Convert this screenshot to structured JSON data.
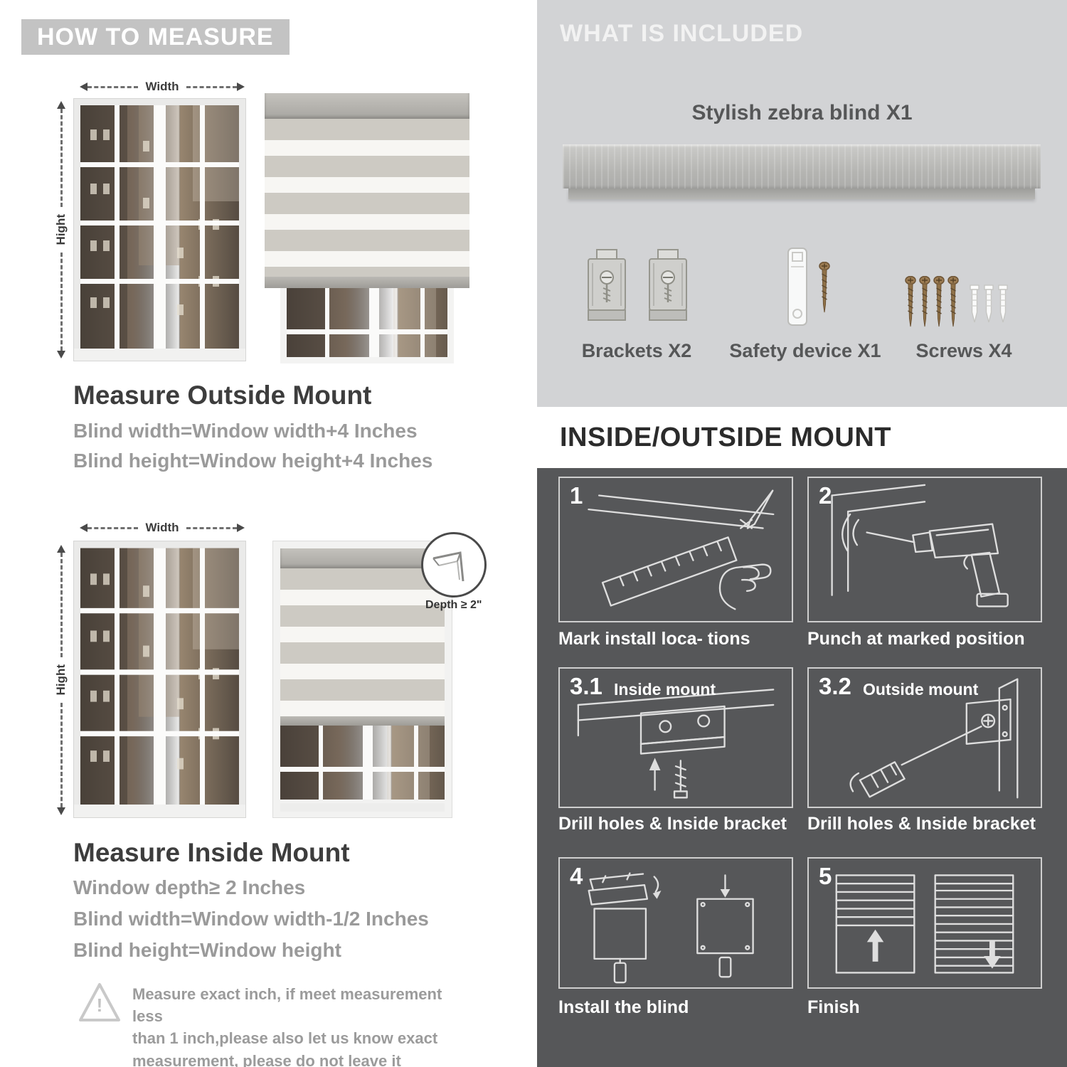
{
  "left": {
    "badge": "HOW TO MEASURE",
    "width_label": "Width",
    "height_label": "Hight",
    "outside": {
      "title": "Measure Outside Mount",
      "line1": "Blind width=Window width+4 Inches",
      "line2": "Blind height=Window height+4 Inches"
    },
    "inside": {
      "title": "Measure Inside Mount",
      "depth_note": "Depth ≥ 2\"",
      "line1": "Window depth≥ 2 Inches",
      "line2": "Blind width=Window width-1/2 Inches",
      "line3": "Blind height=Window height"
    },
    "warning": {
      "mark": "!",
      "line1": "Measure exact inch, if meet measurement less",
      "line2": "than 1 inch,please also let us know exact",
      "line3": "measurement, please do not leave it"
    }
  },
  "right": {
    "included": {
      "badge": "WHAT IS INCLUDED",
      "blind_label": "Stylish zebra blind X1",
      "items": [
        {
          "label": "Brackets X2"
        },
        {
          "label": "Safety device X1"
        },
        {
          "label": "Screws X4"
        }
      ]
    },
    "mount": {
      "title": "INSIDE/OUTSIDE MOUNT",
      "steps": [
        {
          "num": "1",
          "caption": "Mark install loca- tions"
        },
        {
          "num": "2",
          "caption": "Punch at  marked position"
        },
        {
          "num": "3.1",
          "inner_label": "Inside mount",
          "caption": "Drill holes &  Inside bracket"
        },
        {
          "num": "3.2",
          "inner_label": "Outside mount",
          "caption": "Drill holes &  Inside bracket"
        },
        {
          "num": "4",
          "caption": "Install the blind"
        },
        {
          "num": "5",
          "caption": "Finish"
        }
      ]
    }
  },
  "colors": {
    "badge_bg": "#c3c3c3",
    "light_bg": "#d2d3d5",
    "dark_bg": "#565759",
    "stripe_gray": "#cdcac3",
    "text_gray": "#9a9a9a",
    "heading": "#3d3d3d"
  }
}
